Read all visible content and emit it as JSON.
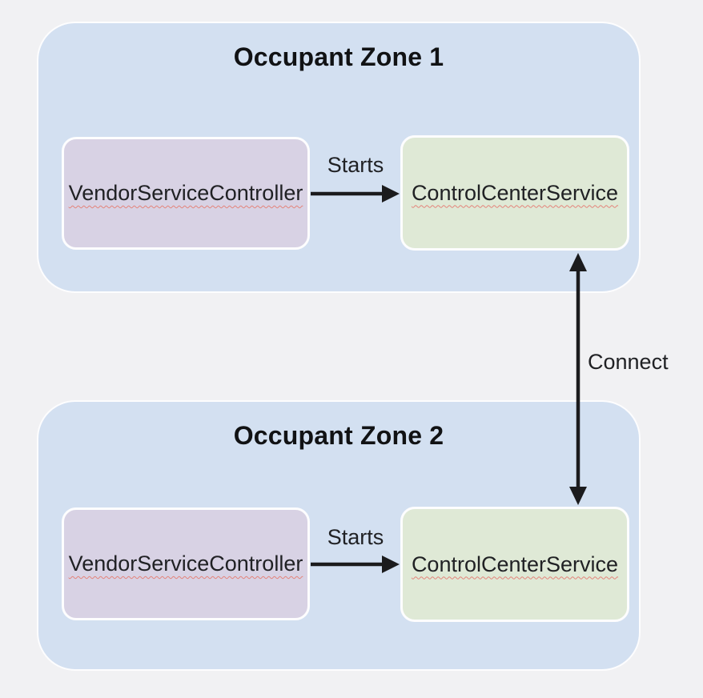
{
  "diagram": {
    "connect_label": "Connect",
    "zones": [
      {
        "title": "Occupant Zone 1",
        "vendor_label": "VendorServiceController",
        "control_label": "ControlCenterService",
        "starts_label": "Starts"
      },
      {
        "title": "Occupant Zone 2",
        "vendor_label": "VendorServiceController",
        "control_label": "ControlCenterService",
        "starts_label": "Starts"
      }
    ],
    "colors": {
      "background": "#f1f1f3",
      "zone_fill": "#d3e0f1",
      "vendor_fill": "#d8d2e4",
      "control_fill": "#dfe9d6",
      "box_border": "#fdfdfe",
      "arrow": "#1b1b1d",
      "text": "#202124",
      "title_text": "#111214",
      "misspell_underline": "#e4837a"
    }
  }
}
